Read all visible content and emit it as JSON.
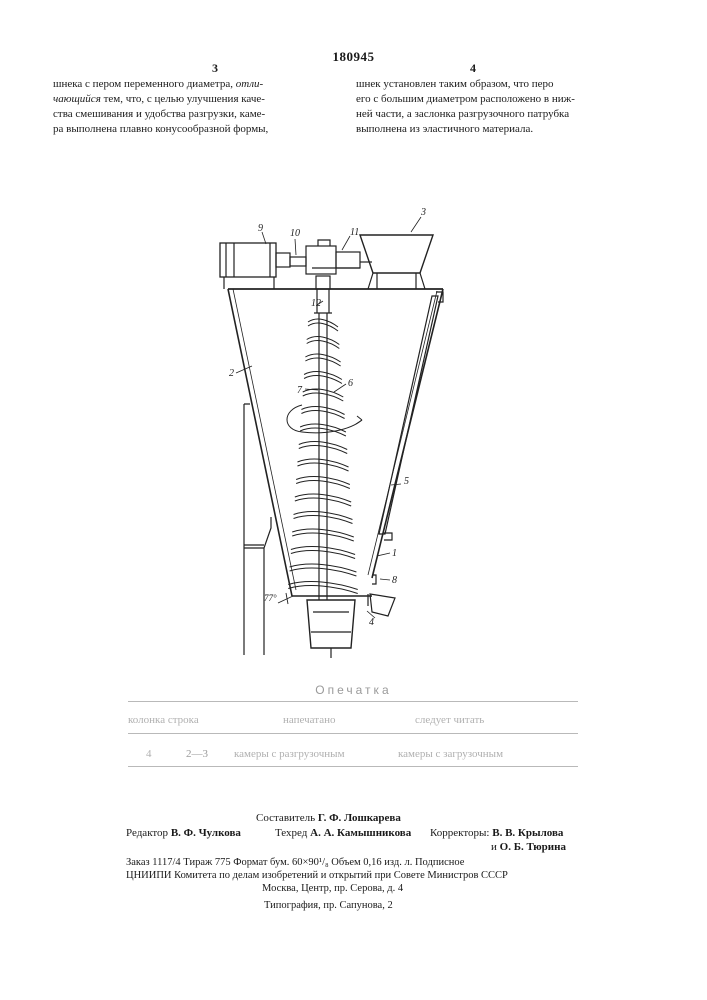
{
  "header": {
    "patent_number": "180945",
    "left_column_number": "3",
    "right_column_number": "4"
  },
  "left_column": {
    "line1": "шнека с пером переменного диаметра,",
    "line1_italic": "отли-",
    "line2_italic": "чающийся",
    "line2": "тем, что, с целью улучшения каче-",
    "line3": "ства смешивания и удобства разгрузки, каме-",
    "line4": "ра выполнена плавно конусообразной формы,"
  },
  "right_column": {
    "line1": "шнек установлен таким образом, что перо",
    "line2": "его с большим диаметром расположено в ниж-",
    "line3": "ней части, а заслонка разгрузочного патрубка",
    "line4": "выполнена из эластичного материала."
  },
  "drawing": {
    "labels": {
      "l1": "1",
      "l2": "2",
      "l3": "3",
      "l4": "4",
      "l5": "5",
      "l6": "6",
      "l7": "7",
      "l8": "8",
      "l9": "9",
      "l10": "10",
      "l11": "11",
      "l12": "12",
      "angle": "77°"
    }
  },
  "errata": {
    "title": "Опечатка",
    "headers": {
      "col_line": "колонка строка",
      "printed": "напечатано",
      "should_read": "следует читать"
    },
    "row": {
      "column": "4",
      "line": "2—3",
      "printed": "камеры с разгрузочным",
      "should_read": "камеры с загрузочным"
    }
  },
  "credits": {
    "compiler_label": "Составитель",
    "compiler_name": "Г. Ф. Лошкарева",
    "editor_label": "Редактор",
    "editor_name": "В. Ф. Чулкова",
    "techred_label": "Техред",
    "techred_name": "А. А. Камышникова",
    "correctors_label": "Корректоры:",
    "corrector1": "В. В. Крылова",
    "corrector2_prefix": "и",
    "corrector2": "О. Б. Тюрина"
  },
  "imprint": {
    "line1": "Заказ 1117/4   Тираж 775   Формат бум. 60×90¹/₈   Объем 0,16 изд. л.   Подписное",
    "line2": "ЦНИИПИ Комитета по делам изобретений и открытий при Совете Министров СССР",
    "line3": "Москва, Центр, пр. Серова, д. 4",
    "printer": "Типография, пр. Сапунова, 2"
  }
}
